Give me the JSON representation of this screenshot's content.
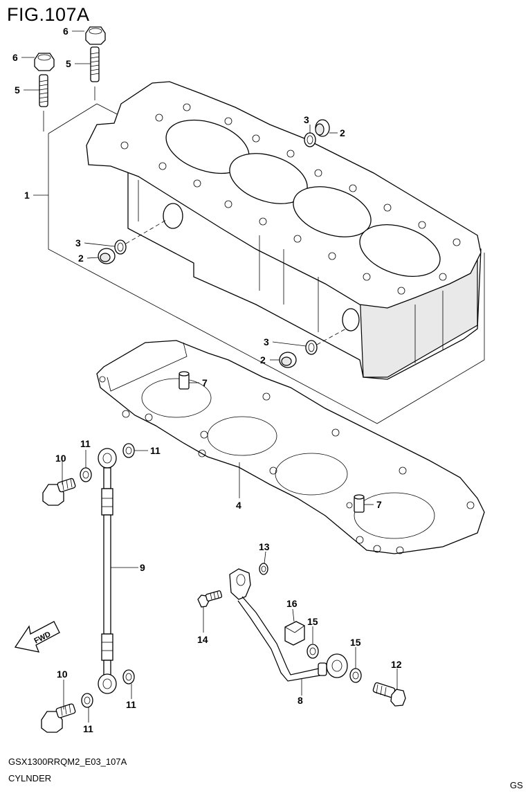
{
  "figure": {
    "title": "FIG.107A",
    "code": "GSX1300RRQM2_E03_107A",
    "name": "CYLNDER",
    "region": "GS",
    "direction_label": "FWD"
  },
  "callouts": [
    {
      "id": "c6a",
      "num": "6"
    },
    {
      "id": "c6b",
      "num": "6"
    },
    {
      "id": "c5a",
      "num": "5"
    },
    {
      "id": "c5b",
      "num": "5"
    },
    {
      "id": "c1",
      "num": "1"
    },
    {
      "id": "c3a",
      "num": "3"
    },
    {
      "id": "c2a",
      "num": "2"
    },
    {
      "id": "c3b",
      "num": "3"
    },
    {
      "id": "c2b",
      "num": "2"
    },
    {
      "id": "c3c",
      "num": "3"
    },
    {
      "id": "c2c",
      "num": "2"
    },
    {
      "id": "c7a",
      "num": "7"
    },
    {
      "id": "c7b",
      "num": "7"
    },
    {
      "id": "c4",
      "num": "4"
    },
    {
      "id": "c11a",
      "num": "11"
    },
    {
      "id": "c11b",
      "num": "11"
    },
    {
      "id": "c10a",
      "num": "10"
    },
    {
      "id": "c9",
      "num": "9"
    },
    {
      "id": "c10b",
      "num": "10"
    },
    {
      "id": "c11c",
      "num": "11"
    },
    {
      "id": "c11d",
      "num": "11"
    },
    {
      "id": "c13",
      "num": "13"
    },
    {
      "id": "c14",
      "num": "14"
    },
    {
      "id": "c16",
      "num": "16"
    },
    {
      "id": "c15a",
      "num": "15"
    },
    {
      "id": "c15b",
      "num": "15"
    },
    {
      "id": "c12",
      "num": "12"
    },
    {
      "id": "c8",
      "num": "8"
    }
  ]
}
